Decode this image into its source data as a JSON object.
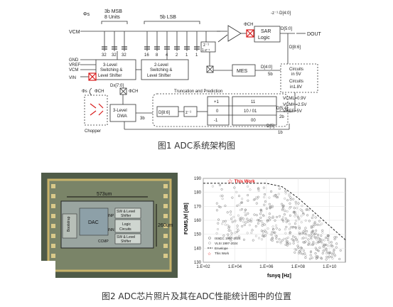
{
  "figure1": {
    "caption": "图1 ADC系统架构图",
    "labels": {
      "phi_s": "Φs",
      "vcm": "VCM",
      "msb_title": "3b MSB",
      "msb_units": "8 Units",
      "lsb_title": "5b LSB",
      "cap_32": "32",
      "cap_16": "16",
      "cap_8": "8",
      "cap_4": "4",
      "cap_2": "2",
      "cap_1": "1",
      "cap_1b": "1",
      "z_num": "z⁻¹",
      "z_den": "1-z⁻¹",
      "phi_ch": "ΦCH",
      "sar": "SAR",
      "sar2": "Logic",
      "zd": "-z⁻¹·D[4:0]",
      "d50": "D[5:0]",
      "dout": "DOUT",
      "d86": "D[8:6]",
      "gnd": "GND",
      "vref": "VREF",
      "vcm2": "VCM",
      "vin": "VIN",
      "ls3_1": "3-Level",
      "ls3_2": "Switching &",
      "ls3_3": "Level Shifter",
      "ls2_1": "2-Level",
      "ls2_2": "Switching &",
      "ls2_3": "Level Shifter",
      "mes": "MES",
      "d40": "D[4:0]",
      "five_b": "5b",
      "c5v_1": "Circuits",
      "c5v_2": "in 5V",
      "c18_1": "Circuits",
      "c18_2": "in1.8V",
      "phi_s2": "Φs",
      "phi_ch2": "ΦCH",
      "chopper": "Chopper",
      "dx": "Dx[7:0]",
      "phi_ch3": "ΦCH",
      "trunc": "Truncation and Prediction",
      "dwa_1": "3-Level",
      "dwa_2": "DWA",
      "three_b": "3b",
      "d86b": "D[8:6]",
      "zinv": "z⁻¹",
      "plus1": "+1",
      "zero": "0",
      "minus1": "-1",
      "v11": "11",
      "v1001": "10 / 01",
      "v00": "00",
      "d54": "D[5:4]",
      "two_b": "2b",
      "d5": "D[5]",
      "one_b": "1b",
      "vcml": "VCML=0.9V",
      "vcmh": "VCMH=2.5V",
      "vref5": "VREF=5V"
    }
  },
  "figure2": {
    "caption": "图2 ADC芯片照片及其在ADC性能统计图中的位置",
    "photo": {
      "w": "573um",
      "h": "260um",
      "bootstrap": "Bootstrap",
      "dac": "DAC",
      "inp": "INP",
      "inn": "INN",
      "ccmp": "CCMP",
      "ls1": "SW & Level",
      "ls1b": "Shifter",
      "logic1": "Logic",
      "logic2": "Circuits",
      "ls2": "SW & Level",
      "ls2b": "Shifter"
    },
    "chart_data": {
      "type": "scatter",
      "ylabel": "FOMS,hf [dB]",
      "xlabel": "fsnyq [Hz]",
      "x_scale": "log",
      "xlim": [
        100,
        100000000000
      ],
      "x_ticks": [
        "1.E+02",
        "1.E+04",
        "1.E+06",
        "1.E+08",
        "1.E+10"
      ],
      "ylim": [
        130,
        190
      ],
      "y_ticks": [
        "130",
        "140",
        "150",
        "160",
        "170",
        "180",
        "190"
      ],
      "grid": true,
      "legend_position": "bottom-left",
      "annotation": "This Work",
      "legend": [
        "ISSCC 1997-2024",
        "VLSI 1997-2024",
        "Envelope",
        "This Work"
      ],
      "this_work": {
        "x": 5000,
        "y": 188
      },
      "envelope": [
        [
          100,
          186.5
        ],
        [
          1000000,
          186.5
        ],
        [
          10000000,
          184
        ],
        [
          100000000,
          176
        ],
        [
          1000000000,
          166
        ],
        [
          10000000000,
          156
        ],
        [
          100000000000,
          146
        ]
      ],
      "colors": {
        "issc": "#777777",
        "vlsi": "#aaaaaa",
        "envelope": "#222222",
        "this_work": "#e01010"
      }
    }
  }
}
